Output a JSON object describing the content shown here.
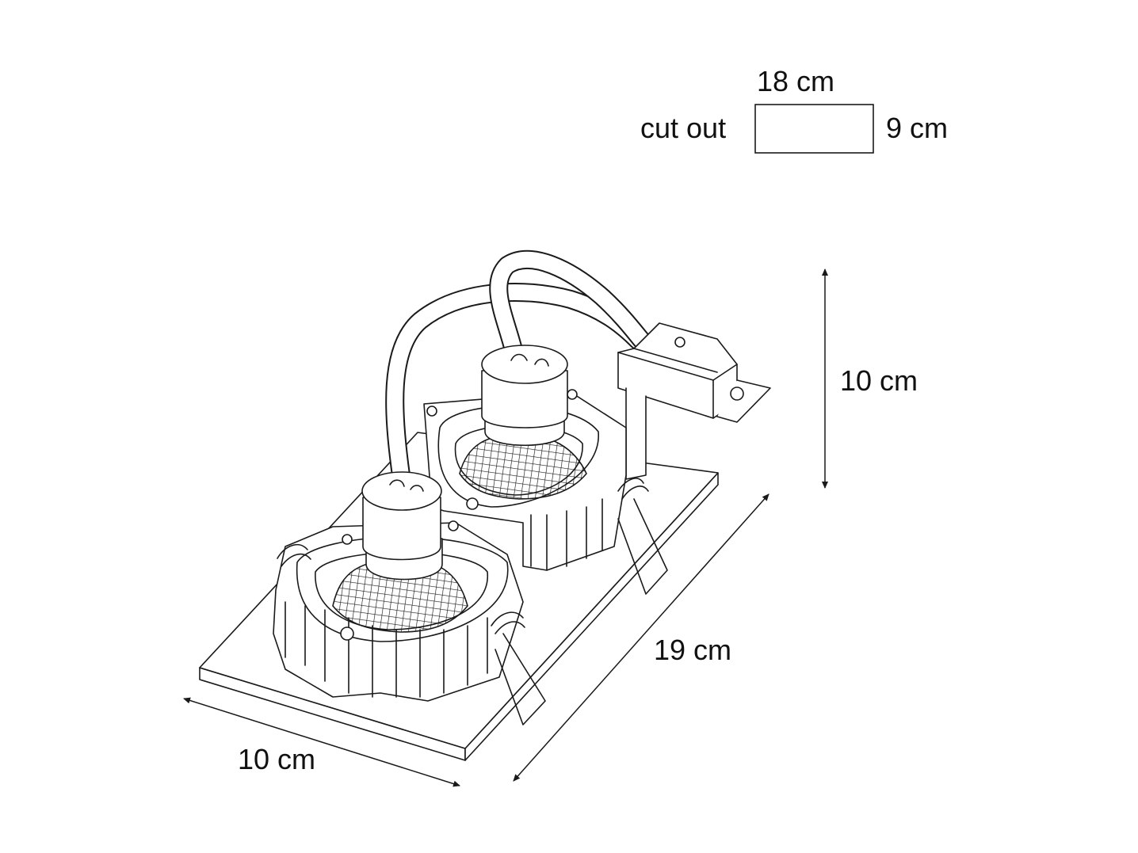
{
  "cutout": {
    "label": "cut out",
    "width": "18 cm",
    "height": "9 cm"
  },
  "dimensions": {
    "height": "10 cm",
    "length": "19 cm",
    "width": "10 cm"
  },
  "colors": {
    "line": "#1a1a1a",
    "background": "#ffffff"
  }
}
